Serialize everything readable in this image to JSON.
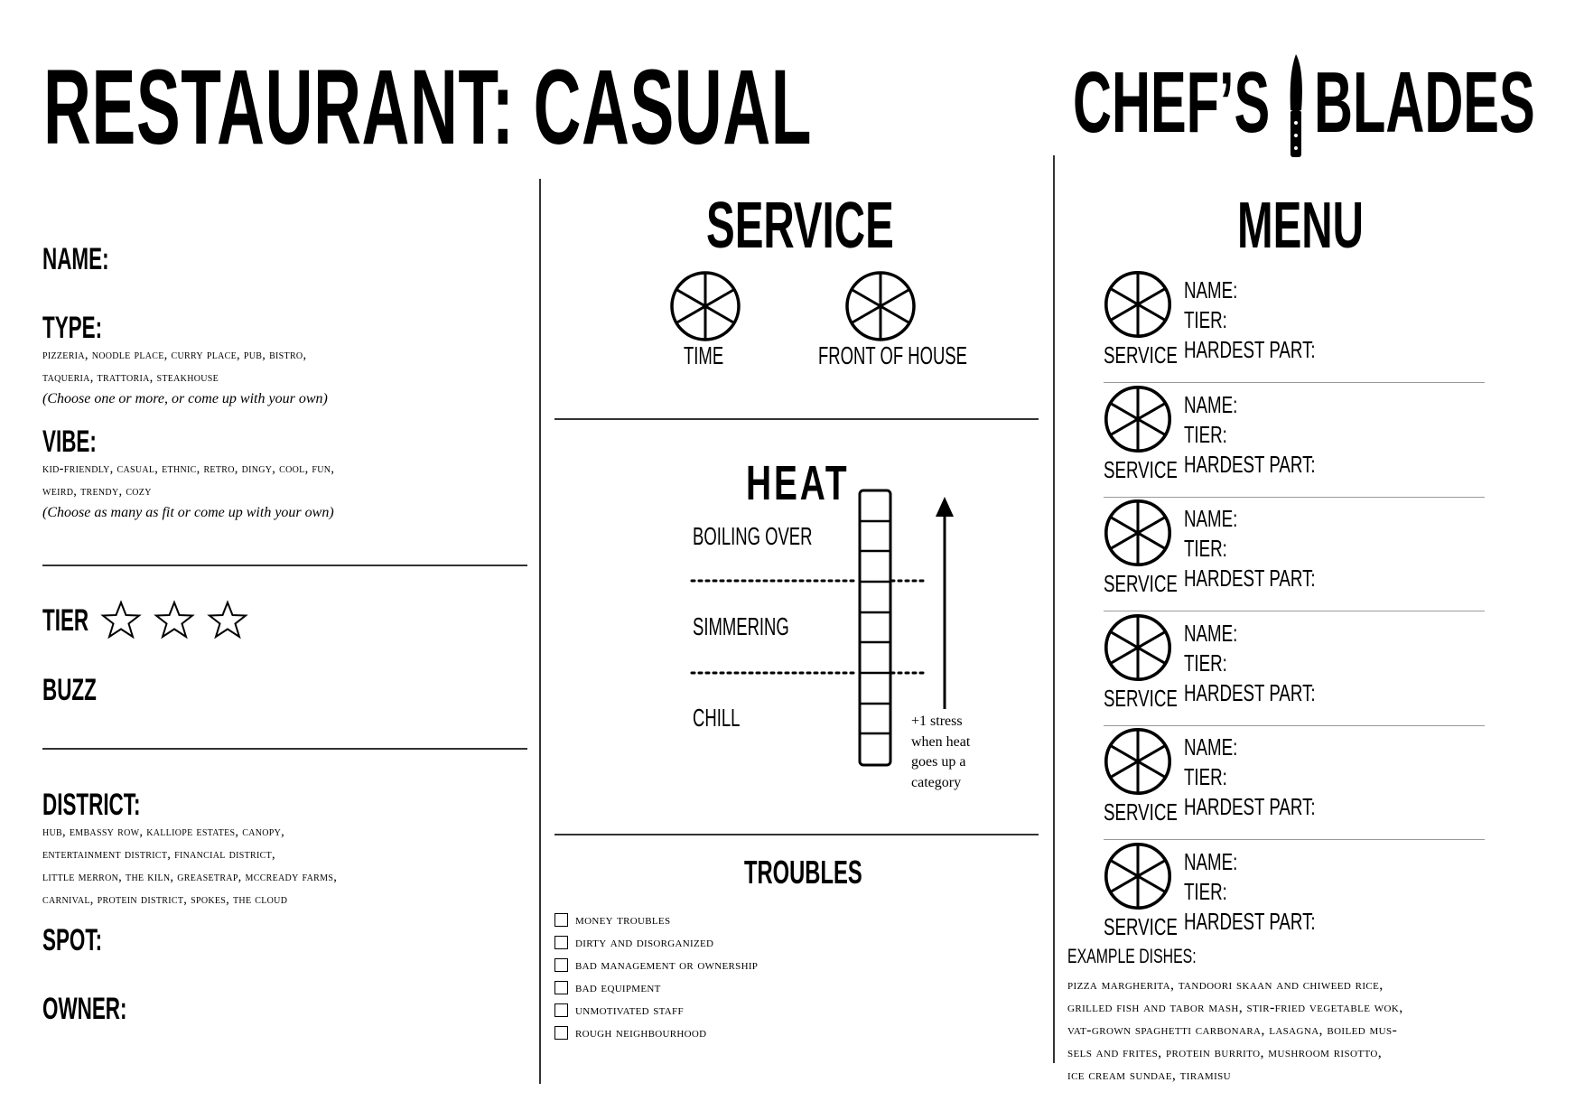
{
  "header": {
    "title": "RESTAURANT: CASUAL",
    "logo_left": "CHEF’S",
    "logo_right": "BLADES"
  },
  "left": {
    "name_label": "NAME:",
    "type_label": "TYPE:",
    "type_options": [
      "PIZZERIA, NOODLE PLACE, CURRY PLACE, PUB, BISTRO,",
      "TAQUERIA, TRATTORIA, STEAKHOUSE"
    ],
    "type_note": "(Choose one or more, or come up with your own)",
    "vibe_label": "VIBE:",
    "vibe_options": [
      "KID-FRIENDLY, CASUAL, ETHNIC, RETRO, DINGY, COOL, FUN,",
      "WEIRD, TRENDY, COZY"
    ],
    "vibe_note": "(Choose as many as fit or come up with your own)",
    "tier_label": "TIER",
    "tier_stars": 3,
    "buzz_label": "BUZZ",
    "district_label": "DISTRICT:",
    "district_options": [
      "HUB, EMBASSY ROW, KALLIOPE ESTATES, CANOPY,",
      "ENTERTAINMENT DISTRICT, FINANCIAL DISTRICT,",
      "LITTLE MERRON, THE KILN, GREASETRAP, MCCREADY FARMS,",
      "CARNIVAL, PROTEIN DISTRICT, SPOKES, THE CLOUD"
    ],
    "spot_label": "SPOT:",
    "owner_label": "OWNER:"
  },
  "service": {
    "title": "SERVICE",
    "clocks": [
      {
        "label": "TIME",
        "segments": 6
      },
      {
        "label": "FRONT OF HOUSE",
        "segments": 6
      }
    ]
  },
  "heat": {
    "title": "HEAT",
    "levels": [
      "BOILING OVER",
      "SIMMERING",
      "CHILL"
    ],
    "track_boxes": 9,
    "note": [
      "+1 stress",
      "when heat",
      "goes up a",
      "category"
    ]
  },
  "troubles": {
    "title": "TROUBLES",
    "items": [
      "MONEY TROUBLES",
      "DIRTY AND DISORGANIZED",
      "BAD MANAGEMENT OR OWNERSHIP",
      "BAD EQUIPMENT",
      "UNMOTIVATED STAFF",
      "ROUGH NEIGHBOURHOOD"
    ]
  },
  "menu": {
    "title": "MENU",
    "entries": [
      {
        "clock_label": "SERVICE",
        "name_label": "NAME:",
        "tier_label": "TIER:",
        "hardest_label": "HARDEST PART:"
      },
      {
        "clock_label": "SERVICE",
        "name_label": "NAME:",
        "tier_label": "TIER:",
        "hardest_label": "HARDEST PART:"
      },
      {
        "clock_label": "SERVICE",
        "name_label": "NAME:",
        "tier_label": "TIER:",
        "hardest_label": "HARDEST PART:"
      },
      {
        "clock_label": "SERVICE",
        "name_label": "NAME:",
        "tier_label": "TIER:",
        "hardest_label": "HARDEST PART:"
      },
      {
        "clock_label": "SERVICE",
        "name_label": "NAME:",
        "tier_label": "TIER:",
        "hardest_label": "HARDEST PART:"
      },
      {
        "clock_label": "SERVICE",
        "name_label": "NAME:",
        "tier_label": "TIER:",
        "hardest_label": "HARDEST PART:"
      }
    ],
    "examples_label": "EXAMPLE DISHES:",
    "examples": [
      "PIZZA MARGHERITA, TANDOORI SKAAN AND CHIWEED RICE,",
      "GRILLED FISH AND TABOR MASH, STIR-FRIED VEGETABLE WOK,",
      "VAT-GROWN SPAGHETTI CARBONARA, LASAGNA, BOILED MUS-",
      "SELS AND FRITES, PROTEIN BURRITO, MUSHROOM RISOTTO,",
      "ICE CREAM SUNDAE, TIRAMISU"
    ]
  }
}
